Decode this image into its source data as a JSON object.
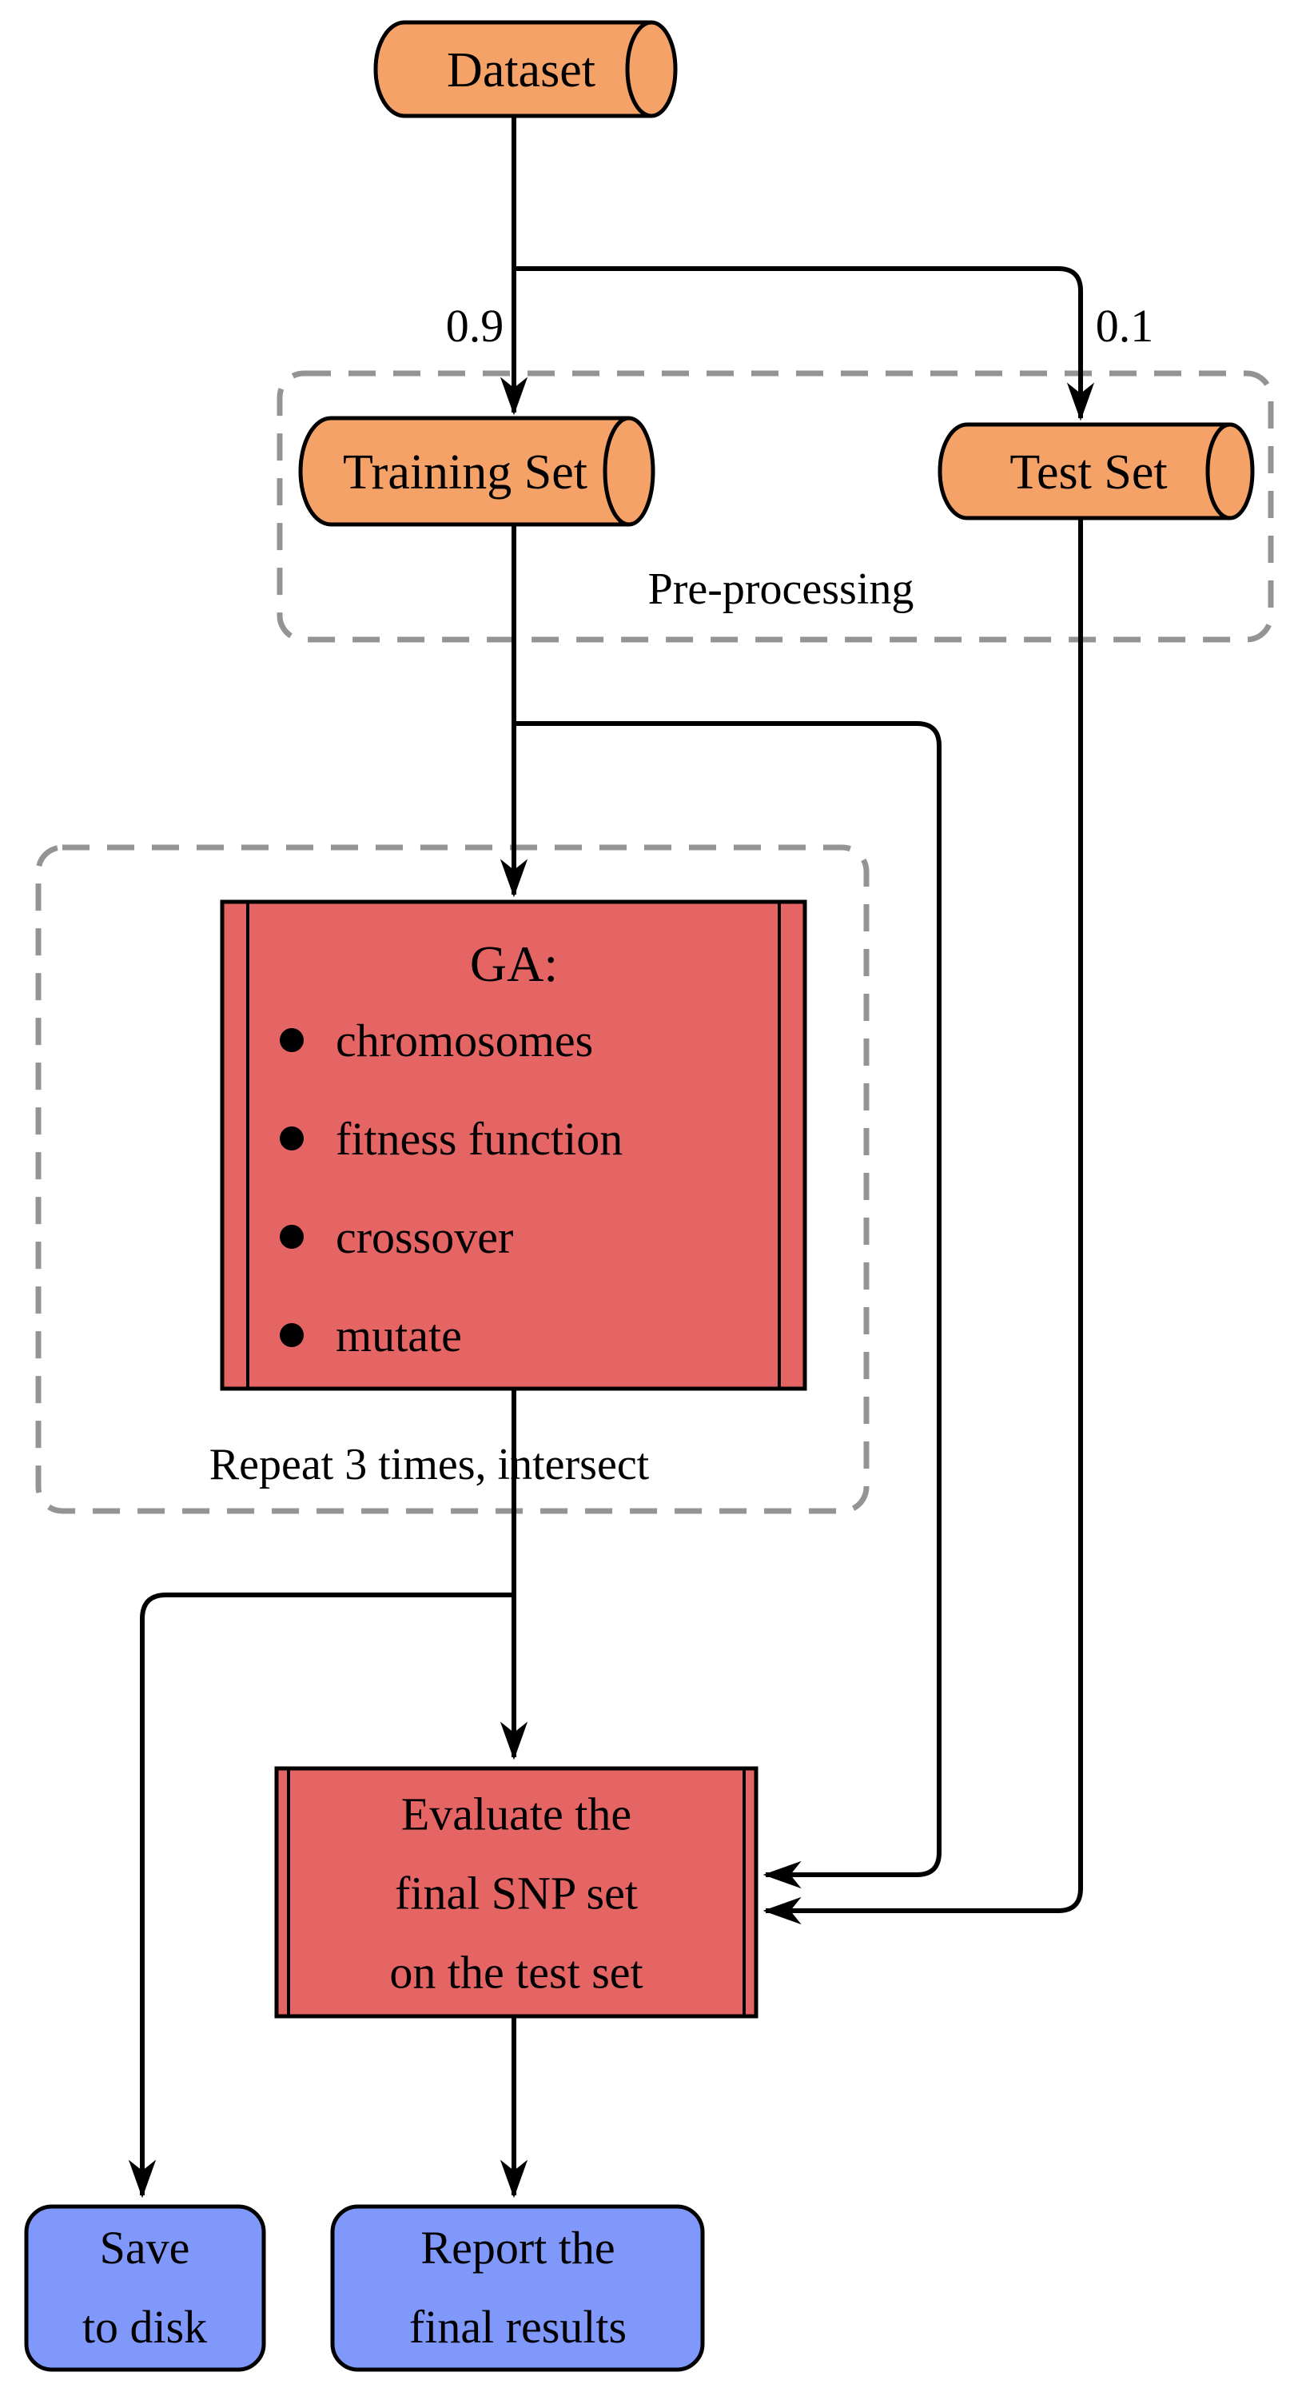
{
  "flow": {
    "title": "GA SNP selection pipeline flowchart",
    "nodes": {
      "dataset": {
        "label": "Dataset"
      },
      "training": {
        "label": "Training Set"
      },
      "test": {
        "label": "Test Set"
      },
      "ga": {
        "title": "GA:",
        "items": [
          "chromosomes",
          "fitness function",
          "crossover",
          "mutate"
        ]
      },
      "evaluate": {
        "lines": [
          "Evaluate the",
          "final SNP set",
          "on the test set"
        ]
      },
      "save": {
        "lines": [
          "Save",
          "to disk"
        ]
      },
      "report": {
        "lines": [
          "Report the",
          "final results"
        ]
      }
    },
    "groups": {
      "preprocessing": {
        "label": "Pre-processing"
      },
      "repeat": {
        "label": "Repeat 3 times, intersect"
      }
    },
    "edge_labels": {
      "train_split": "0.9",
      "test_split": "0.1"
    },
    "colors": {
      "cylinder": "#F5A269",
      "process": "#E56565",
      "terminal": "#8098FA",
      "dashed_border": "#949494",
      "connector": "#000000",
      "border": "#000000"
    }
  }
}
